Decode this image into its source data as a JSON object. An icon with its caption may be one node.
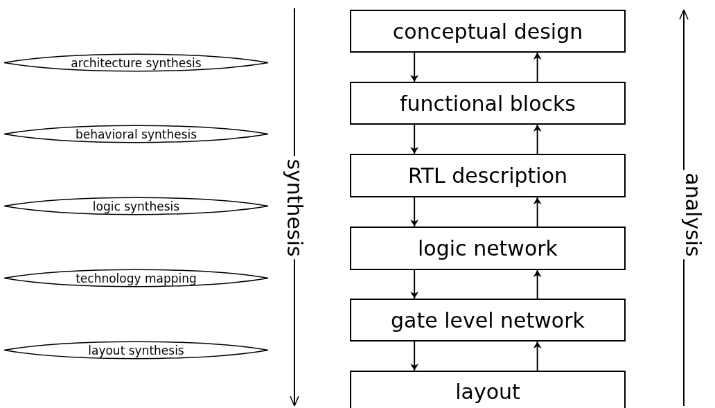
{
  "diagram": {
    "nodes": [
      {
        "text": [
          "conceptual design"
        ]
      },
      {
        "text": [
          "functional blocks"
        ]
      },
      {
        "text": [
          "RTL description"
        ]
      },
      {
        "text": [
          "logic network"
        ]
      },
      {
        "text": [
          "gate level network"
        ]
      },
      {
        "text": [
          "layout"
        ]
      },
      {
        "text": [
          "architecture synthesis"
        ]
      },
      {
        "text": [
          "behavioral synthesis"
        ]
      },
      {
        "text": [
          "logic synthesis"
        ]
      },
      {
        "text": [
          "technology mapping"
        ]
      },
      {
        "text": [
          "layout synthesis"
        ]
      }
    ],
    "edges": [
      {
        "from": 0,
        "to": 1,
        "arrow": "to"
      },
      {
        "from": 1,
        "to": 0,
        "arrow": "to"
      },
      {
        "from": 1,
        "to": 2,
        "arrow": "to"
      },
      {
        "from": 2,
        "to": 1,
        "arrow": "to"
      },
      {
        "from": 2,
        "to": 3,
        "arrow": "to"
      },
      {
        "from": 3,
        "to": 2,
        "arrow": "to"
      },
      {
        "from": 3,
        "to": 4,
        "arrow": "to"
      },
      {
        "from": 4,
        "to": 3,
        "arrow": "to"
      },
      {
        "from": 4,
        "to": 5,
        "arrow": "to"
      },
      {
        "from": 5,
        "to": 4,
        "arrow": "to"
      }
    ],
    "labels": [
      "synthesis",
      "analysis"
    ]
  }
}
